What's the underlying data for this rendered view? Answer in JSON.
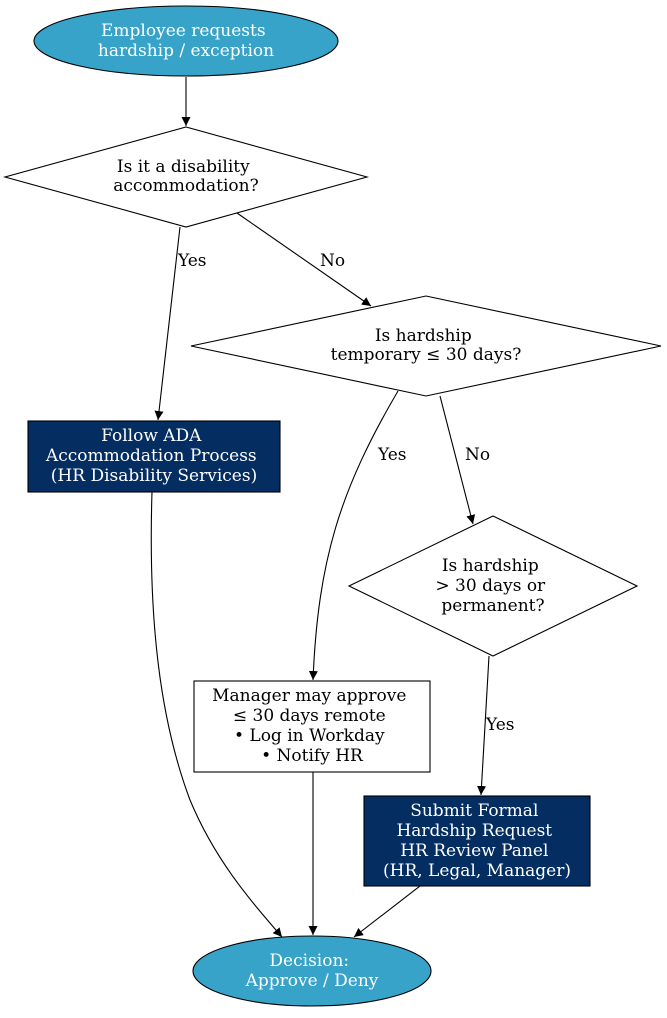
{
  "colors": {
    "terminal_fill": "#37a3c9",
    "process_fill": "#042d62",
    "decision_fill": "#ffffff",
    "line": "#000000"
  },
  "nodes": {
    "start": {
      "lines": [
        "Employee requests",
        "hardship / exception"
      ]
    },
    "q_disability": {
      "lines": [
        "Is it a disability",
        "accommodation?"
      ]
    },
    "q_temporary": {
      "lines": [
        "Is hardship",
        "temporary ≤ 30 days?"
      ]
    },
    "ada": {
      "lines": [
        "Follow ADA",
        "Accommodation Process",
        "(HR Disability Services)"
      ]
    },
    "q_long": {
      "lines": [
        "Is hardship",
        "> 30 days or",
        "permanent?"
      ]
    },
    "manager": {
      "lines": [
        "Manager may approve",
        "≤ 30 days remote",
        "• Log in Workday",
        "• Notify HR"
      ]
    },
    "formal": {
      "lines": [
        "Submit Formal",
        "Hardship Request",
        "HR Review Panel",
        "(HR, Legal, Manager)"
      ]
    },
    "decision": {
      "lines": [
        "Decision:",
        "Approve / Deny"
      ]
    }
  },
  "edge_labels": {
    "disability_yes": "Yes",
    "disability_no": "No",
    "temporary_yes": "Yes",
    "temporary_no": "No",
    "long_yes": "Yes"
  }
}
